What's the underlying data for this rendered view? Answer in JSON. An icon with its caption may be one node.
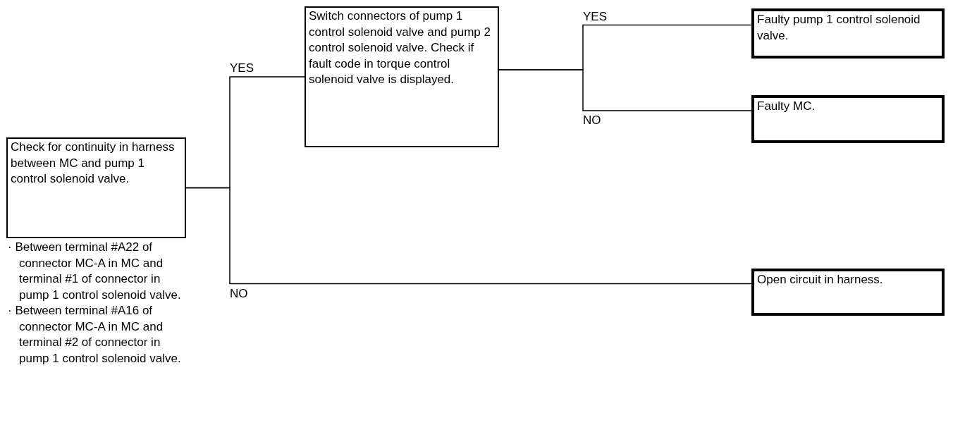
{
  "diagram": {
    "nodes": [
      {
        "text": [
          "Check for continuity in harness between MC and pump 1 control solenoid valve."
        ],
        "beside": [
          "· Between terminal #A22 of connector MC-A in MC and terminal #1 of connector in pump 1 control solenoid valve.",
          "· Between terminal #A16 of connector MC-A in MC and terminal #2 of connector in pump 1 control solenoid valve."
        ]
      },
      {
        "text": [
          "Switch connectors of pump 1 control solenoid valve and pump 2 control solenoid valve. Check if fault code in torque control solenoid valve is displayed."
        ]
      },
      {
        "text": [
          "Faulty pump 1 control solenoid valve."
        ]
      },
      {
        "text": [
          "Faulty MC."
        ]
      },
      {
        "text": [
          "Open circuit in harness."
        ]
      }
    ],
    "edges": [
      {
        "from": 0,
        "to": 1,
        "arrow": "none",
        "label": "YES"
      },
      {
        "from": 0,
        "to": 4,
        "arrow": "none",
        "label": "NO"
      },
      {
        "from": 1,
        "to": 2,
        "arrow": "none",
        "label": "YES"
      },
      {
        "from": 1,
        "to": 3,
        "arrow": "none",
        "label": "NO"
      }
    ]
  }
}
